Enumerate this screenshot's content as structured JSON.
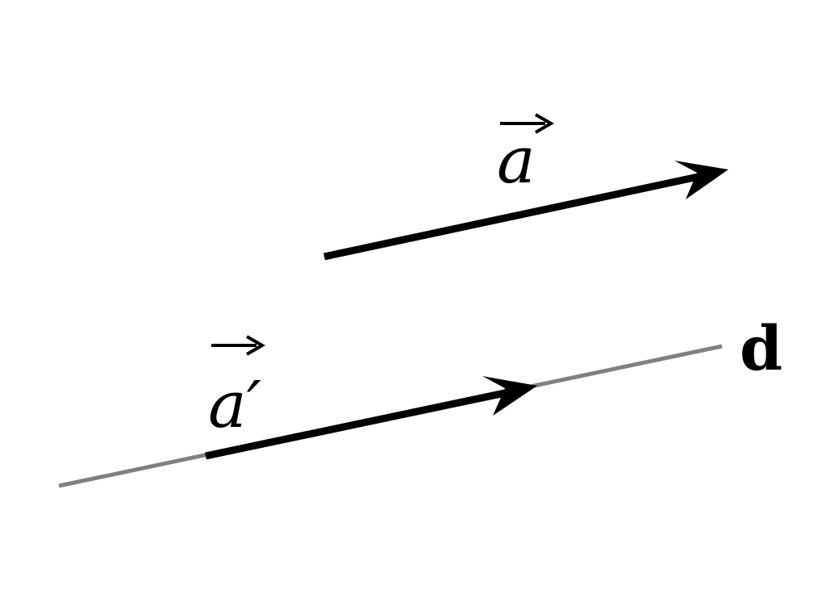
{
  "labels": {
    "vector_a": "a",
    "vector_a_prime": "a′",
    "line_d": "d"
  },
  "colors": {
    "vector": "#000000",
    "line": "#808080",
    "background": "#ffffff"
  }
}
